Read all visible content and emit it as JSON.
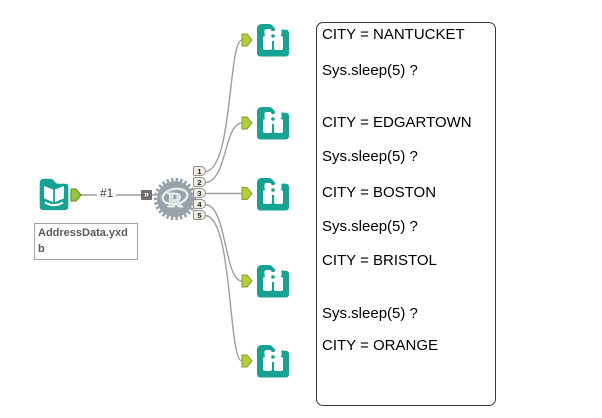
{
  "workflow": {
    "input_tool": {
      "name": "Input Data",
      "annotation": "AddressData.yxdb"
    },
    "connection": {
      "label": "#1",
      "wireless_glyph": "»"
    },
    "r_tool": {
      "name": "R",
      "letter": "R",
      "output_ports": [
        "1",
        "2",
        "3",
        "4",
        "5"
      ]
    },
    "browse_tools": [
      "Browse",
      "Browse",
      "Browse",
      "Browse",
      "Browse"
    ],
    "comment_box": {
      "lines": [
        "CITY = NANTUCKET",
        "Sys.sleep(5) ?",
        "CITY = EDGARTOWN",
        "Sys.sleep(5) ?",
        "CITY = BOSTON",
        "Sys.sleep(5) ?",
        "CITY = BRISTOL",
        "Sys.sleep(5) ?",
        "CITY = ORANGE"
      ]
    }
  },
  "colors": {
    "teal": "#17A394",
    "lime": "#b4cd3a",
    "lime_dark": "#7fa02c",
    "green": "#8fc73e",
    "green_dark": "#5e8a1e",
    "wire": "#9e9e9e",
    "gear": "#98a2a8",
    "port_bg": "#f2efe4"
  }
}
